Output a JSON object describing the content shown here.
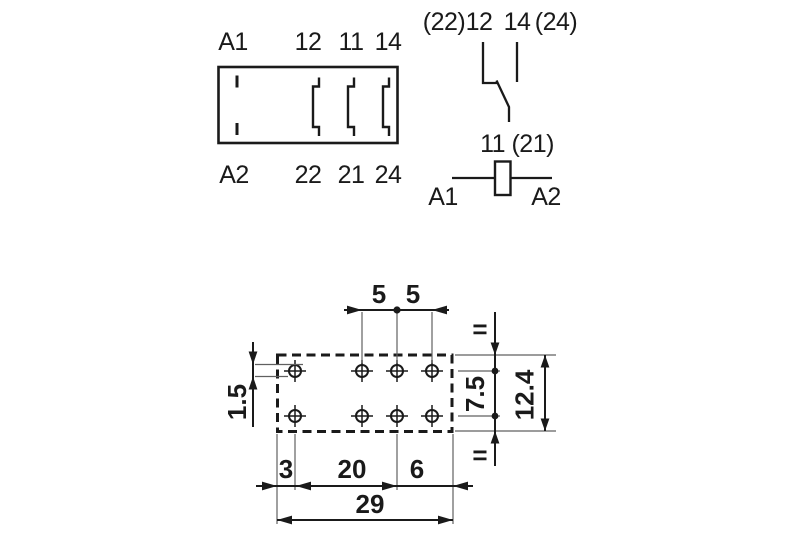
{
  "pin_layout": {
    "top_labels": [
      "A1",
      "12",
      "11",
      "14"
    ],
    "bottom_labels": [
      "A2",
      "22",
      "21",
      "24"
    ]
  },
  "schematic": {
    "terminals_top": [
      "(22)",
      "12",
      "14",
      "(24)"
    ],
    "common_terminal": "11 (21)",
    "coil_terminal_left": "A1",
    "coil_terminal_right": "A2"
  },
  "footprint": {
    "dim_pitch_left": "5",
    "dim_pitch_right": "5",
    "dim_hole_offset": "1.5",
    "dim_row_spacing": "7.5",
    "dim_total_height": "12.4",
    "dim_edge_left": "3",
    "dim_span": "20",
    "dim_edge_right": "6",
    "dim_total_width": "29",
    "equal_mark": "="
  },
  "colors": {
    "line": "#1a1a1a",
    "thin_line": "#606060",
    "background": "#ffffff"
  }
}
